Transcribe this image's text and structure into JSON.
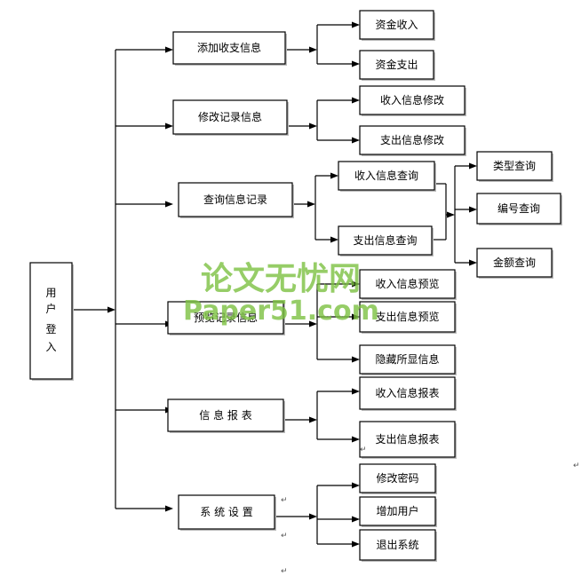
{
  "root": {
    "label_lines": [
      "用",
      "户",
      "登",
      "入"
    ]
  },
  "level1": [
    {
      "label": "添加收支信息"
    },
    {
      "label": "修改记录信息"
    },
    {
      "label": "查询信息记录"
    },
    {
      "label": "预览记录信息"
    },
    {
      "label": "信 息 报 表"
    },
    {
      "label": "系 统 设 置"
    }
  ],
  "level2": [
    {
      "label": "资金收入"
    },
    {
      "label": "资金支出"
    },
    {
      "label": "收入信息修改"
    },
    {
      "label": "支出信息修改"
    },
    {
      "label": "收入信息查询"
    },
    {
      "label": "支出信息查询"
    },
    {
      "label": "收入信息预览"
    },
    {
      "label": "支出信息预览"
    },
    {
      "label": "隐藏所显信息"
    },
    {
      "label": "收入信息报表"
    },
    {
      "label": "支出信息报表"
    },
    {
      "label": "修改密码"
    },
    {
      "label": "增加用户"
    },
    {
      "label": "退出系统"
    }
  ],
  "level3": [
    {
      "label": "类型查询"
    },
    {
      "label": "编号查询"
    },
    {
      "label": "金额查询"
    }
  ],
  "watermark": {
    "line1": "论文无忧网",
    "line2": "Paper51.com"
  },
  "paragraph_mark": "↵"
}
